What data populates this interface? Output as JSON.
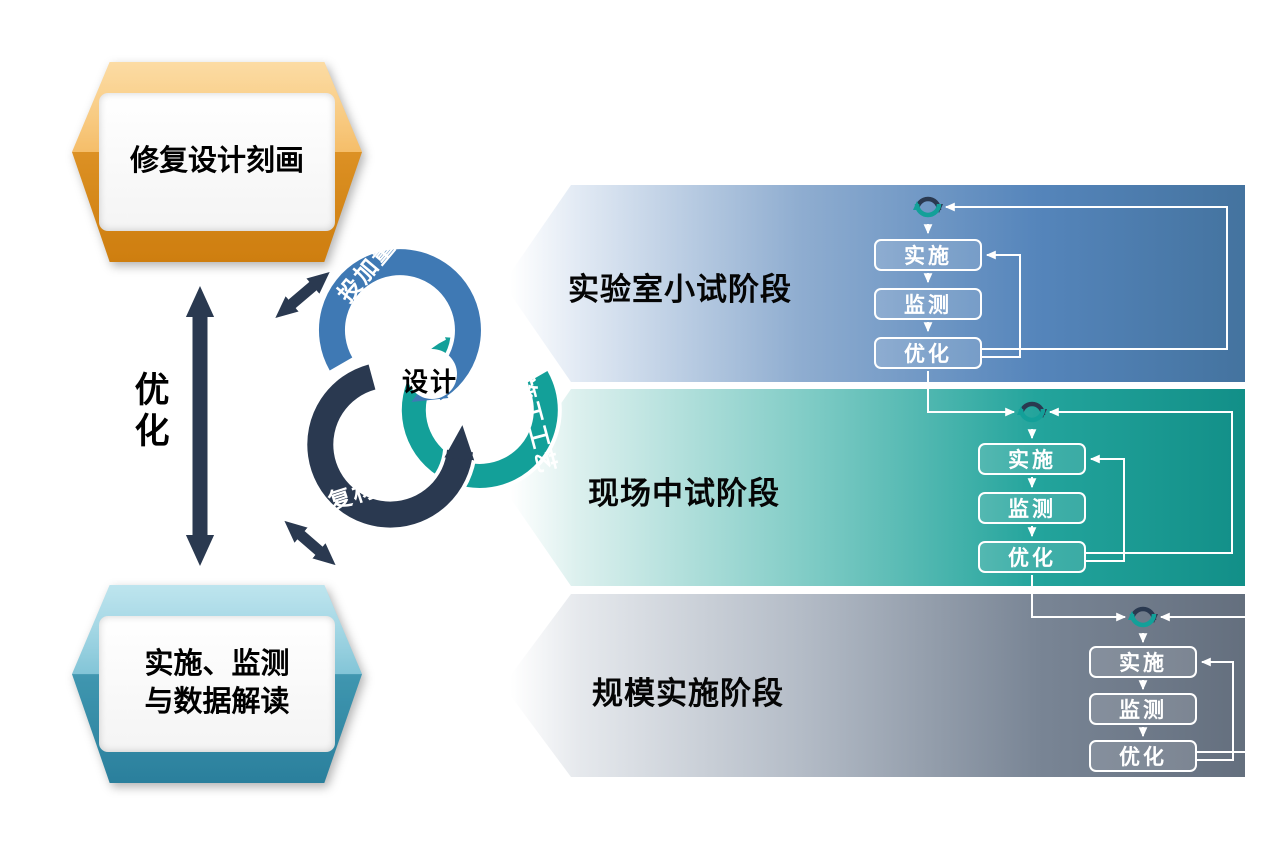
{
  "left_column": {
    "top_box": {
      "label": "修复设计刻画",
      "color": "#f0a028"
    },
    "optimize_label": {
      "char1": "优",
      "char2": "化"
    },
    "bottom_box": {
      "line1": "实施、监测",
      "line2": "与数据解读",
      "color": "#4aa9c4"
    },
    "arrow_color": "#2a3950"
  },
  "cycle": {
    "center_label": "设计",
    "arcs": [
      {
        "label": "投加量",
        "color": "#3f79b4"
      },
      {
        "label": "施工工艺",
        "color": "#13a099"
      },
      {
        "label": "修复材料",
        "color": "#2a3950"
      }
    ]
  },
  "stages": [
    {
      "title": "实验室小试阶段",
      "steps": [
        "实施",
        "监测",
        "优化"
      ],
      "band_color": "#4a7cb5"
    },
    {
      "title": "现场中试阶段",
      "steps": [
        "实施",
        "监测",
        "优化"
      ],
      "band_color": "#17a099"
    },
    {
      "title": "规模实施阶段",
      "steps": [
        "实施",
        "监测",
        "优化"
      ],
      "band_color": "#6e7a8a"
    }
  ],
  "icons": {
    "recycle_icon": "circular-arrows",
    "double_arrow": "two-headed-arrow"
  }
}
